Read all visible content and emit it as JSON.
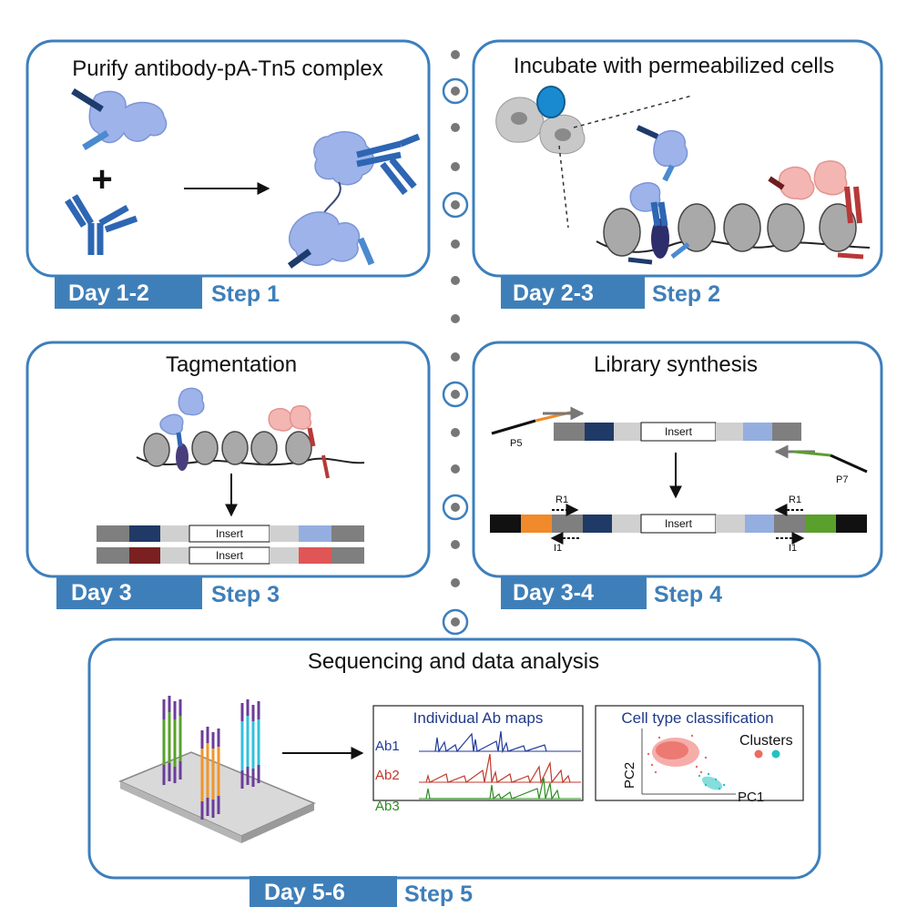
{
  "colors": {
    "accent": "#3f7fb9",
    "panel_border": "#3d7fbd"
  },
  "step1": {
    "title": "Purify antibody-pA-Tn5 complex",
    "day": "Day 1-2",
    "step": "Step 1",
    "plus": "+"
  },
  "step2": {
    "title": "Incubate with permeabilized cells",
    "day": "Day 2-3",
    "step": "Step 2"
  },
  "step3": {
    "title": "Tagmentation",
    "day": "Day 3",
    "step": "Step 3",
    "insert1": "Insert",
    "insert2": "Insert"
  },
  "step4": {
    "title": "Library synthesis",
    "day": "Day 3-4",
    "step": "Step 4",
    "insert1": "Insert",
    "insert2": "Insert",
    "p5": "P5",
    "p7": "P7",
    "r1_left": "R1",
    "i1_left": "I1",
    "r1_right": "R1",
    "i1_right": "I1"
  },
  "step5": {
    "title": "Sequencing and data analysis",
    "day": "Day 5-6",
    "step": "Step 5",
    "maps_title": "Individual Ab maps",
    "ab1": "Ab1",
    "ab2": "Ab2",
    "ab3": "Ab3",
    "class_title": "Cell type classification",
    "clusters": "Clusters",
    "pc1": "PC1",
    "pc2": "PC2"
  }
}
